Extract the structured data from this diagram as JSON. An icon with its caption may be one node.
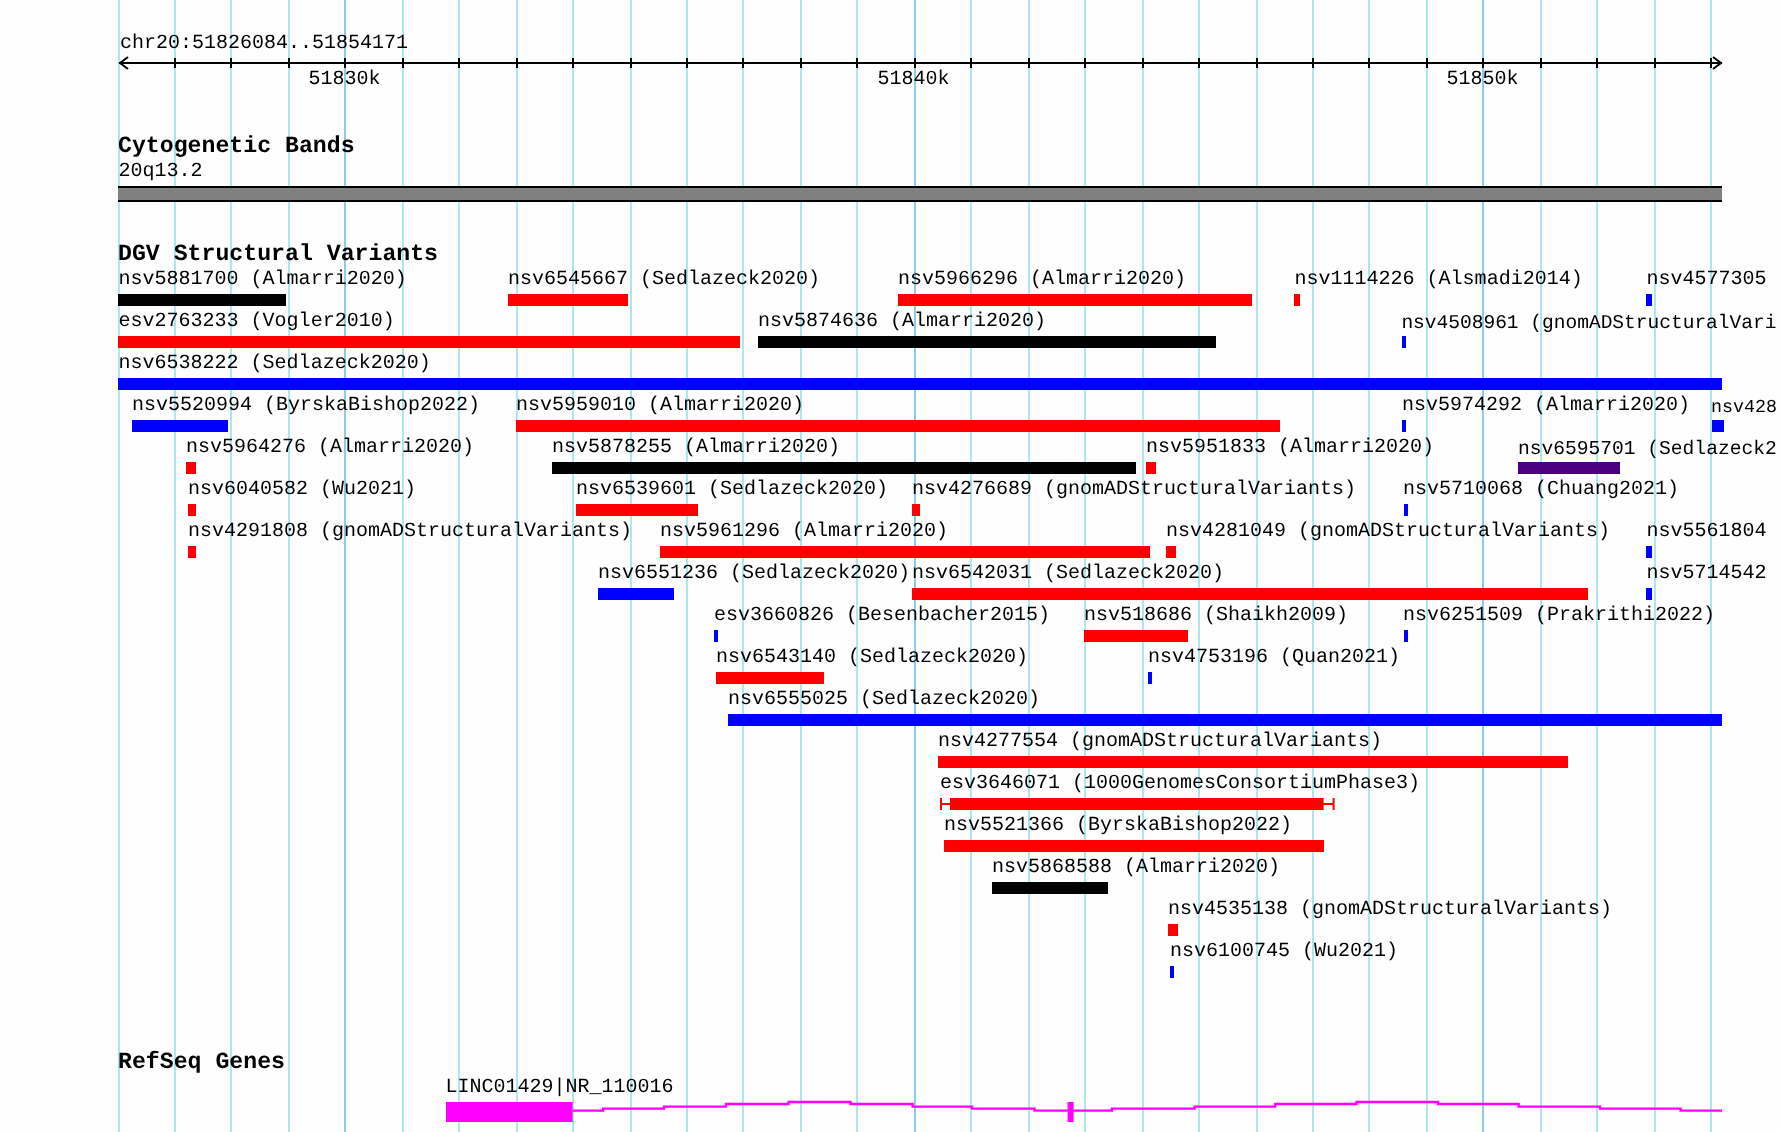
{
  "diagram": {
    "nodes": [
      {
        "text": [
          "20q13.2"
        ]
      },
      {
        "text": [
          "nsv5881700 (Almarri2020)"
        ]
      },
      {
        "text": [
          "nsv6545667 (Sedlazeck2020)"
        ]
      },
      {
        "text": [
          "nsv5966296 (Almarri2020)"
        ]
      },
      {
        "text": [
          "nsv1114226 (Alsmadi2014)"
        ]
      },
      {
        "text": [
          "nsv4577305"
        ]
      },
      {
        "text": [
          "esv2763233 (Vogler2010)"
        ]
      },
      {
        "text": [
          "nsv5874636 (Almarri2020)"
        ]
      },
      {
        "text": [
          "nsv4508961 (gnomADStructuralVari"
        ]
      },
      {
        "text": [
          "nsv6538222 (Sedlazeck2020)"
        ]
      },
      {
        "text": [
          "nsv5520994 (ByrskaBishop2022)"
        ]
      },
      {
        "text": [
          "nsv5959010 (Almarri2020)"
        ]
      },
      {
        "text": [
          "nsv5974292 (Almarri2020)"
        ]
      },
      {
        "text": [
          "nsv428"
        ]
      },
      {
        "text": [
          "nsv5964276 (Almarri2020)"
        ]
      },
      {
        "text": [
          "nsv5878255 (Almarri2020)"
        ]
      },
      {
        "text": [
          "nsv5951833 (Almarri2020)"
        ]
      },
      {
        "text": [
          "nsv6595701 (Sedlazeck2"
        ]
      },
      {
        "text": [
          "nsv6040582 (Wu2021)"
        ]
      },
      {
        "text": [
          "nsv6539601 (Sedlazeck2020)"
        ]
      },
      {
        "text": [
          "nsv4276689 (gnomADStructuralVariants)"
        ]
      },
      {
        "text": [
          "nsv5710068 (Chuang2021)"
        ]
      },
      {
        "text": [
          "nsv4291808 (gnomADStructuralVariants)"
        ]
      },
      {
        "text": [
          "nsv5961296 (Almarri2020)"
        ]
      },
      {
        "text": [
          "nsv4281049 (gnomADStructuralVariants)"
        ]
      },
      {
        "text": [
          "nsv5561804"
        ]
      },
      {
        "text": [
          "nsv6551236 (Sedlazeck2020)"
        ]
      },
      {
        "text": [
          "nsv6542031 (Sedlazeck2020)"
        ]
      },
      {
        "text": [
          "nsv5714542"
        ]
      },
      {
        "text": [
          "esv3660826 (Besenbacher2015)"
        ]
      },
      {
        "text": [
          "nsv518686 (Shaikh2009)"
        ]
      },
      {
        "text": [
          "nsv6251509 (Prakrithi2022)"
        ]
      },
      {
        "text": [
          "nsv6543140 (Sedlazeck2020)"
        ]
      },
      {
        "text": [
          "nsv4753196 (Quan2021)"
        ]
      },
      {
        "text": [
          "nsv6555025 (Sedlazeck2020)"
        ]
      },
      {
        "text": [
          "nsv4277554 (gnomADStructuralVariants)"
        ]
      },
      {
        "text": [
          "esv3646071 (1000GenomesConsortiumPhase3)"
        ]
      },
      {
        "text": [
          "nsv5521366 (ByrskaBishop2022)"
        ]
      },
      {
        "text": [
          "nsv5868588 (Almarri2020)"
        ]
      },
      {
        "text": [
          "nsv4535138 (gnomADStructuralVariants)"
        ]
      },
      {
        "text": [
          "nsv6100745 (Wu2021)"
        ]
      },
      {
        "text": [
          "LINC01429|NR_110016"
        ]
      }
    ],
    "labels": [
      "chr20:51826084..51854171",
      "51830k",
      "51840k",
      "51850k",
      "Cytogenetic Bands",
      "DGV Structural Variants",
      "RefSeq Genes"
    ]
  }
}
